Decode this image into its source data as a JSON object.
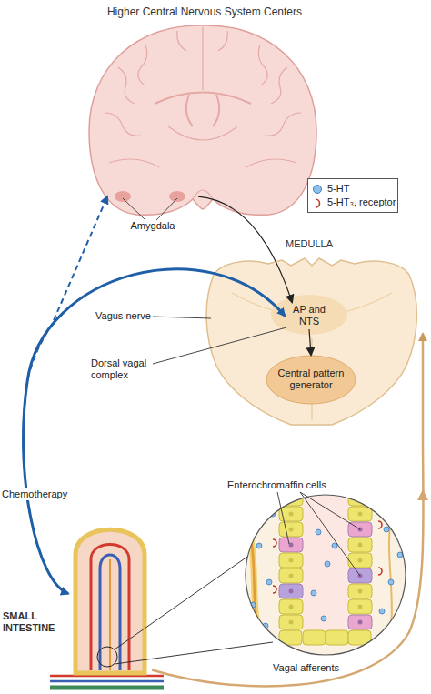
{
  "diagram": {
    "nodes": [
      {
        "text": [
          "Higher Central Nervous System Centers"
        ]
      },
      {
        "text": [
          "Amygdala"
        ]
      },
      {
        "text": [
          "MEDULLA"
        ]
      },
      {
        "text": [
          "AP and NTS"
        ],
        "in": 2
      },
      {
        "text": [
          "Central pattern generator"
        ],
        "in": 2
      },
      {
        "text": [
          "SMALL INTESTINE"
        ]
      }
    ],
    "edges": [
      {
        "from": 1,
        "to": 3,
        "arrow": "to"
      },
      {
        "from": 3,
        "to": 4,
        "arrow": "to"
      },
      {
        "from": 5,
        "to": 3,
        "arrow": "both",
        "label": "Chemotherapy"
      },
      {
        "from": 5,
        "to": 1,
        "arrow": "to"
      },
      {
        "from": 5,
        "to": 2,
        "arrow": "to",
        "label": "Vagal afferents"
      }
    ],
    "labels": [
      "Vagus nerve",
      "Dorsal vagal complex",
      "Enterochromaffin cells"
    ],
    "legend": [
      {
        "text": "5-HT",
        "color": "#8ec0ea"
      },
      {
        "text": "5-HT₃, receptor"
      }
    ]
  }
}
